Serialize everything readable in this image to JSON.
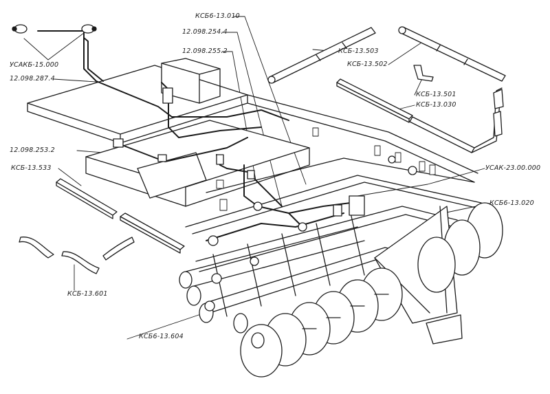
{
  "figure": {
    "background": "#ffffff",
    "ink_color": "#1a1a1a"
  },
  "callouts": [
    {
      "id": "c1",
      "text": "КСБ6-13.010"
    },
    {
      "id": "c2",
      "text": "12.098.254.4"
    },
    {
      "id": "c3",
      "text": "12.098.255.2"
    },
    {
      "id": "c4",
      "text": "УСАКБ-15.000"
    },
    {
      "id": "c5",
      "text": "12.098.287.4"
    },
    {
      "id": "c6",
      "text": "КСБ-13.503"
    },
    {
      "id": "c7",
      "text": "КСБ-13.502"
    },
    {
      "id": "c8",
      "text": "КСБ-13.501"
    },
    {
      "id": "c9",
      "text": "КСБ-13.030"
    },
    {
      "id": "c10",
      "text": "12.098.253.2"
    },
    {
      "id": "c11",
      "text": "КСБ-13.533"
    },
    {
      "id": "c12",
      "text": "УСАК-23.00.000"
    },
    {
      "id": "c13",
      "text": "КСБ6-13.020"
    },
    {
      "id": "c14",
      "text": "КСБ-13.601"
    },
    {
      "id": "c15",
      "text": "КСБ6-13.604"
    }
  ]
}
